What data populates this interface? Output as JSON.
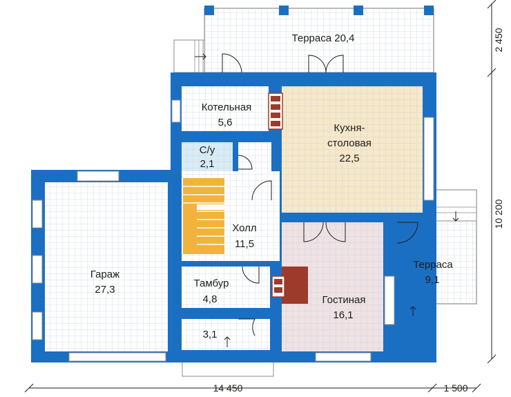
{
  "colors": {
    "wall": "#1b6fc3",
    "wall_edge": "#0d4f98",
    "grid_line": "#c9d3dc",
    "floor_plain": "#ffffff",
    "kitchen": "#f6e8c8",
    "living": "#efe1e4",
    "bath": "#d8ecf7",
    "stair": "#f0b43c",
    "fireplace": "#9c3b2c",
    "dim_line": "#1d1d1b"
  },
  "rooms": {
    "terrace_top": {
      "name": "Терраса",
      "area": "20,4"
    },
    "boiler": {
      "name": "Котельная",
      "area": "5,6"
    },
    "kitchen": {
      "name": "Кухня-",
      "name2": "столовая",
      "area": "22,5"
    },
    "bath": {
      "name": "С/у",
      "area": "2,1"
    },
    "garage": {
      "name": "Гараж",
      "area": "27,3"
    },
    "hall": {
      "name": "Холл",
      "area": "11,5"
    },
    "vestibule": {
      "name": "Тамбур",
      "area": "4,8"
    },
    "living": {
      "name": "Гостиная",
      "area": "16,1"
    },
    "terrace_right": {
      "name": "Терраса",
      "area": "9,1"
    },
    "porch": {
      "area": "3,1"
    }
  },
  "dimensions": {
    "top_right": "2 450",
    "right": "10 200",
    "bottom_main": "14 450",
    "bottom_right": "1 500"
  }
}
